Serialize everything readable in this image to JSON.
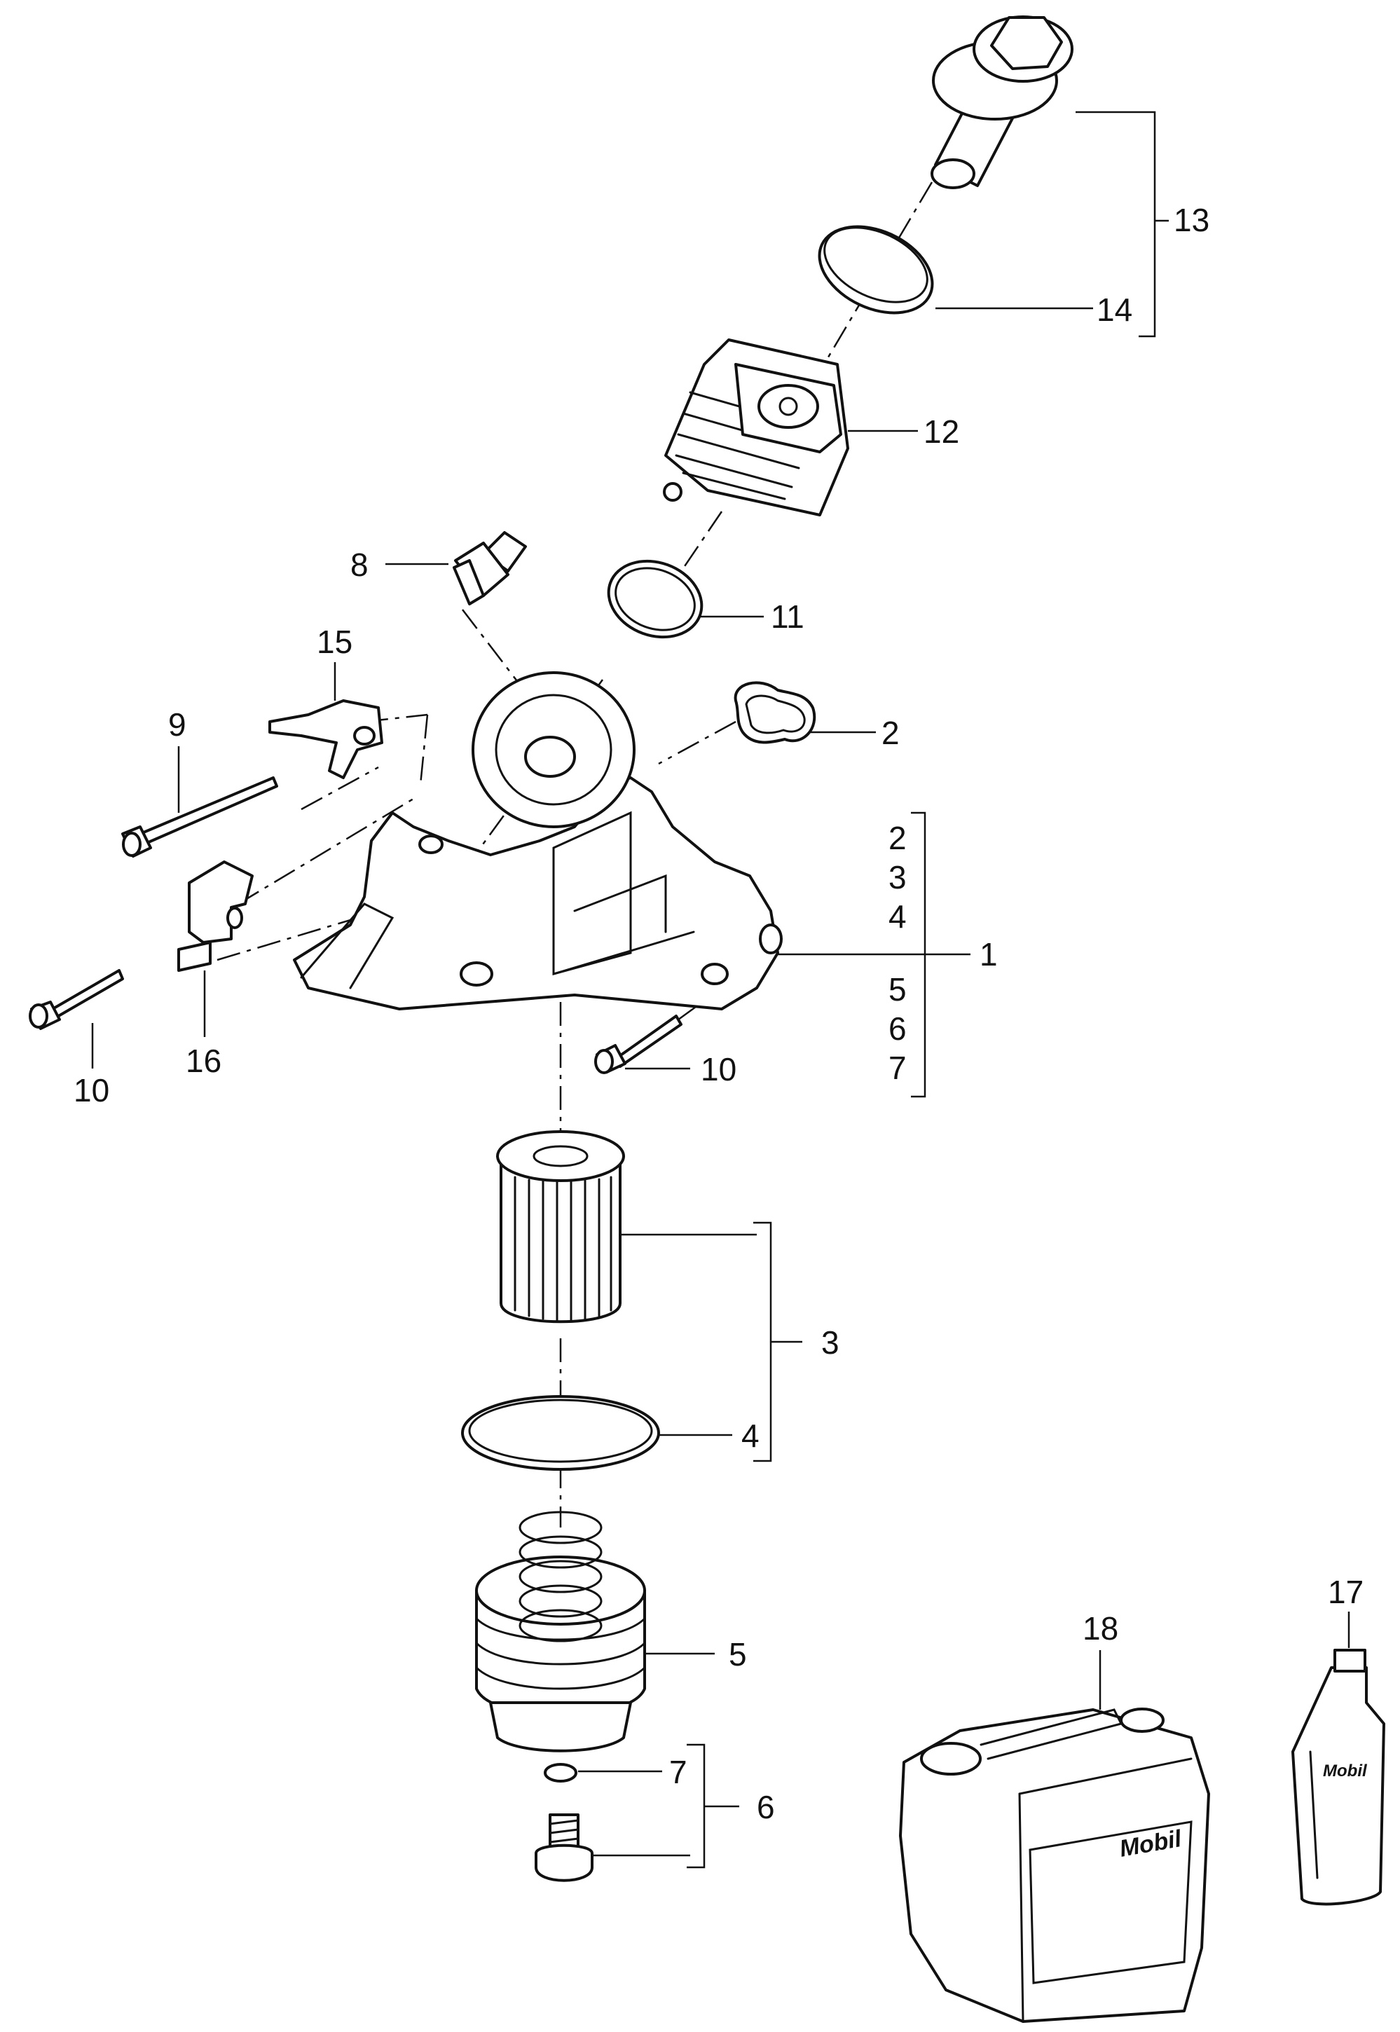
{
  "labels": {
    "l1": "1",
    "l2": "2",
    "l3": "3",
    "l4": "4",
    "l5": "5",
    "l6": "6",
    "l7": "7",
    "l8": "8",
    "l9": "9",
    "l10": "10",
    "l11": "11",
    "l12": "12",
    "l13": "13",
    "l14": "14",
    "l15": "15",
    "l16": "16",
    "l17": "17",
    "l18": "18",
    "g2": "2",
    "g3": "3",
    "g4": "4",
    "g5": "5",
    "g6": "6",
    "g7": "7",
    "l10b": "10"
  },
  "branding": {
    "canister": "Mobil",
    "bottle": "Mobil"
  }
}
